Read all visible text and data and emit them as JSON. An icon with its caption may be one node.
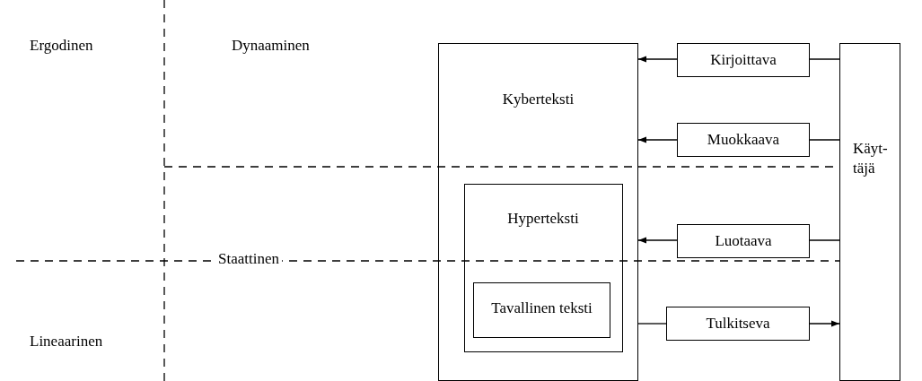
{
  "diagram": {
    "nodes": [
      {
        "text": [
          "Kyberteksti"
        ]
      },
      {
        "text": [
          "Hyperteksti"
        ],
        "in": 0
      },
      {
        "text": [
          "Tavallinen teksti"
        ],
        "in": 1
      },
      {
        "text": [
          "Kirjoittava"
        ]
      },
      {
        "text": [
          "Muokkaava"
        ]
      },
      {
        "text": [
          "Luotaava"
        ]
      },
      {
        "text": [
          "Tulkitseva"
        ]
      },
      {
        "text": [
          "Käyt- täjä"
        ]
      }
    ],
    "edges": [
      {
        "from": 7,
        "to": 3,
        "arrow": "none"
      },
      {
        "from": 3,
        "to": 0,
        "arrow": "to"
      },
      {
        "from": 7,
        "to": 4,
        "arrow": "none"
      },
      {
        "from": 4,
        "to": 0,
        "arrow": "to"
      },
      {
        "from": 7,
        "to": 5,
        "arrow": "none"
      },
      {
        "from": 5,
        "to": 0,
        "arrow": "to"
      },
      {
        "from": 0,
        "to": 6,
        "arrow": "none"
      },
      {
        "from": 6,
        "to": 7,
        "arrow": "to"
      }
    ],
    "labels": [
      "Ergodinen",
      "Dynaaminen",
      "Staattinen",
      "Lineaarinen"
    ]
  }
}
